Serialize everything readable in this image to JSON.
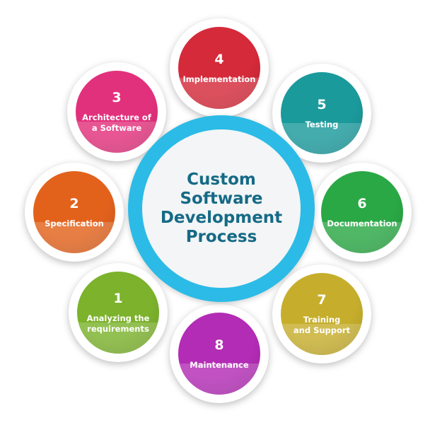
{
  "title": "Custom\nSoftware\nDevelopment\nProcess",
  "steps": [
    {
      "number": "1",
      "label": "Analyzing the\nrequirements",
      "color": "#7cb22c"
    },
    {
      "number": "2",
      "label": "Specification",
      "color": "#e2621c"
    },
    {
      "number": "3",
      "label": "Architecture of\na Software",
      "color": "#e2317c"
    },
    {
      "number": "4",
      "label": "Implementation",
      "color": "#d52a3a"
    },
    {
      "number": "5",
      "label": "Testing",
      "color": "#1b9a9c"
    },
    {
      "number": "6",
      "label": "Documentation",
      "color": "#2aa845"
    },
    {
      "number": "7",
      "label": "Training\nand Support",
      "color": "#c6ae2c"
    },
    {
      "number": "8",
      "label": "Maintenance",
      "color": "#b32cb5"
    }
  ]
}
